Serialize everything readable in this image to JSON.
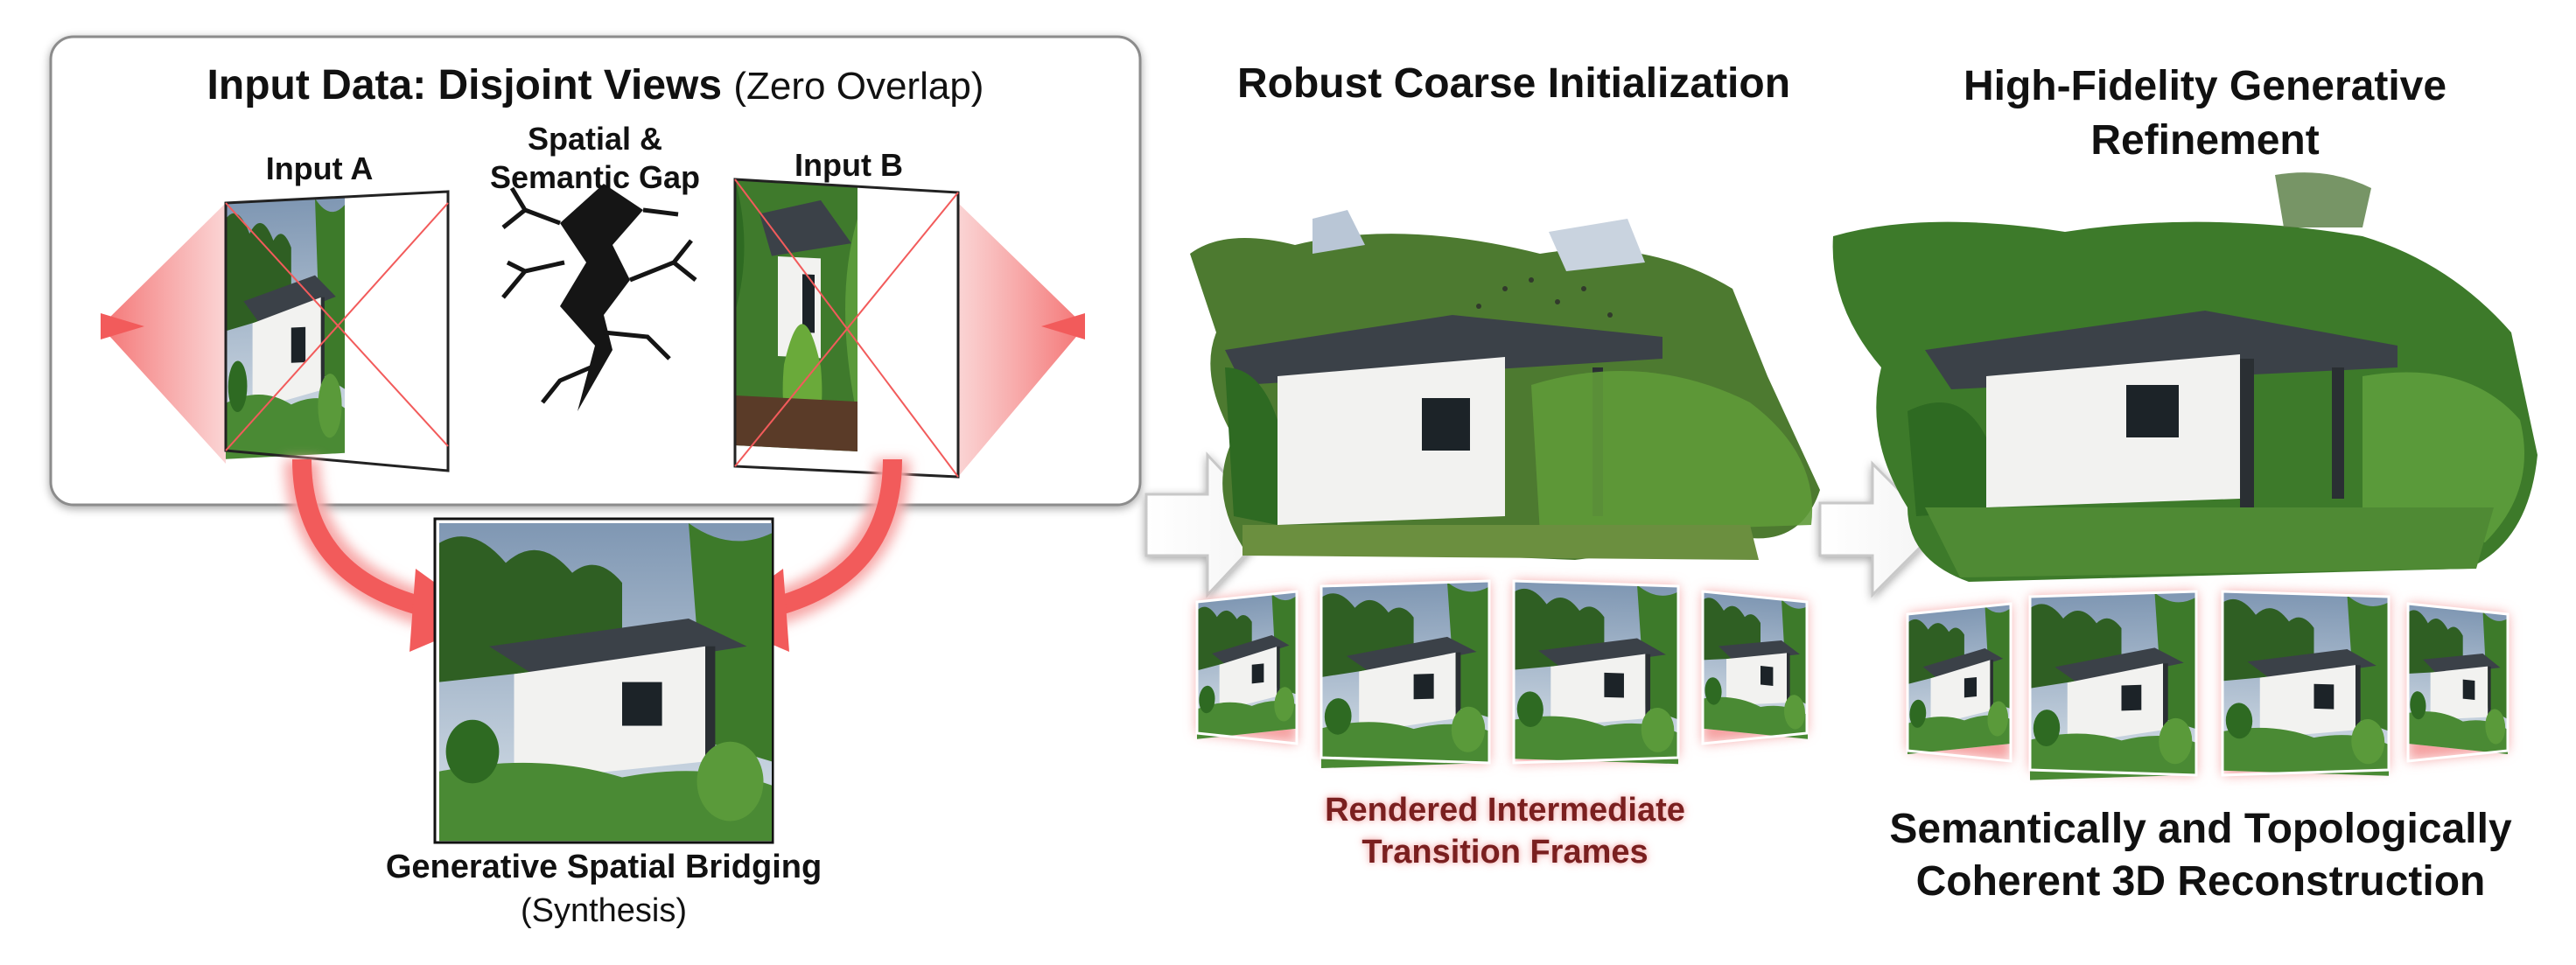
{
  "input_panel": {
    "title": "Input Data: Disjoint Views",
    "title_paren": "(Zero Overlap)",
    "input_a": "Input A",
    "input_b": "Input B",
    "gap_line1": "Spatial &",
    "gap_line2": "Semantic Gap"
  },
  "bridging": {
    "label": "Generative Spatial Bridging",
    "sublabel": "(Synthesis)"
  },
  "coarse": {
    "title": "Robust Coarse Initialization",
    "frames_caption_line1": "Rendered Intermediate",
    "frames_caption_line2": "Transition Frames"
  },
  "refine": {
    "title_line1": "High-Fidelity Generative",
    "title_line2": "Refinement",
    "result_line1": "Semantically and Topologically",
    "result_line2": "Coherent 3D Reconstruction"
  },
  "colors": {
    "accent_red": "#f25b5b",
    "wall_white": "#f2f2f0",
    "roof_dark": "#3b4148",
    "foliage": "#3f7a2c",
    "frame_glow": "#f5a0a0"
  }
}
